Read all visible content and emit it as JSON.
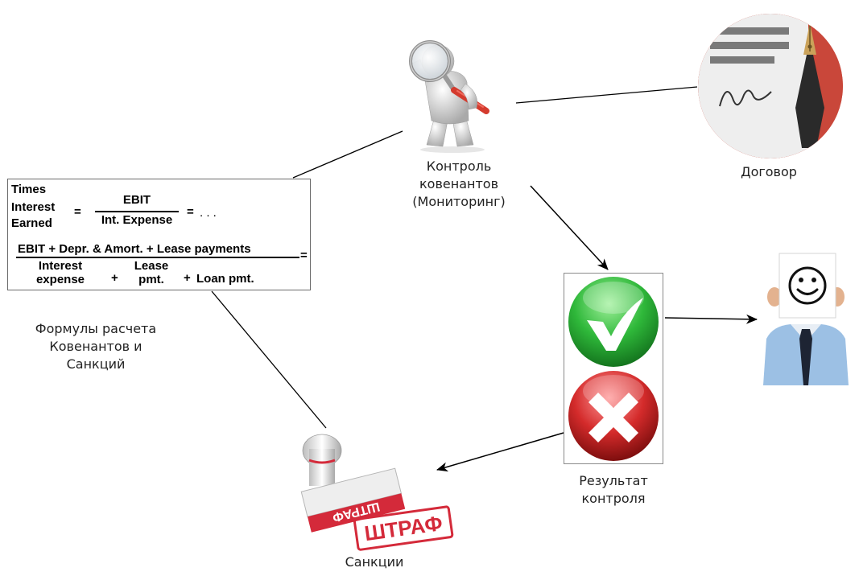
{
  "nodes": {
    "monitoring": {
      "label_lines": [
        "Контроль",
        "ковенантов",
        "(Мониторинг)"
      ],
      "icon": "magnifier-person-icon"
    },
    "contract": {
      "label": "Договор",
      "icon": "contract-pen-icon"
    },
    "formulas": {
      "label_lines": [
        "Формулы расчета",
        "Ковенантов и",
        "Санкций"
      ],
      "formula": {
        "tie_line1": "Times",
        "tie_line2": "Interest",
        "tie_line3": "Earned",
        "eq1": "=",
        "ebit": "EBIT",
        "int_expense": "Int. Expense",
        "eq2": "=",
        "dots": ". . .",
        "numerator2": "EBIT + Depr. & Amort. + Lease payments",
        "eq3": "=",
        "den_interest_1": "Interest",
        "den_interest_2": "expense",
        "plus1": "+",
        "den_lease_1": "Lease",
        "den_lease_2": "pmt.",
        "plus2": "+",
        "den_loan": "Loan pmt."
      }
    },
    "result": {
      "label_lines": [
        "Результат",
        "контроля"
      ],
      "ok_icon": "green-check-icon",
      "fail_icon": "red-cross-icon",
      "colors": {
        "ok": "#2fb83a",
        "fail": "#d42b2b"
      }
    },
    "success": {
      "icon": "smiley-person-icon",
      "smiley_glyph": "☺"
    },
    "sanctions": {
      "label": "Санкции",
      "icon": "penalty-stamp-icon",
      "stamp_text": "ШТРАФ",
      "stamp_color": "#d42a3a"
    }
  },
  "edges": [
    {
      "from": "formulas",
      "to": "monitoring",
      "arrow": false
    },
    {
      "from": "monitoring",
      "to": "contract",
      "arrow": false
    },
    {
      "from": "monitoring",
      "to": "result",
      "arrow": true
    },
    {
      "from": "result",
      "to": "success",
      "arrow": true
    },
    {
      "from": "result",
      "to": "sanctions",
      "arrow": true
    },
    {
      "from": "formulas",
      "to": "sanctions",
      "arrow": false
    }
  ]
}
